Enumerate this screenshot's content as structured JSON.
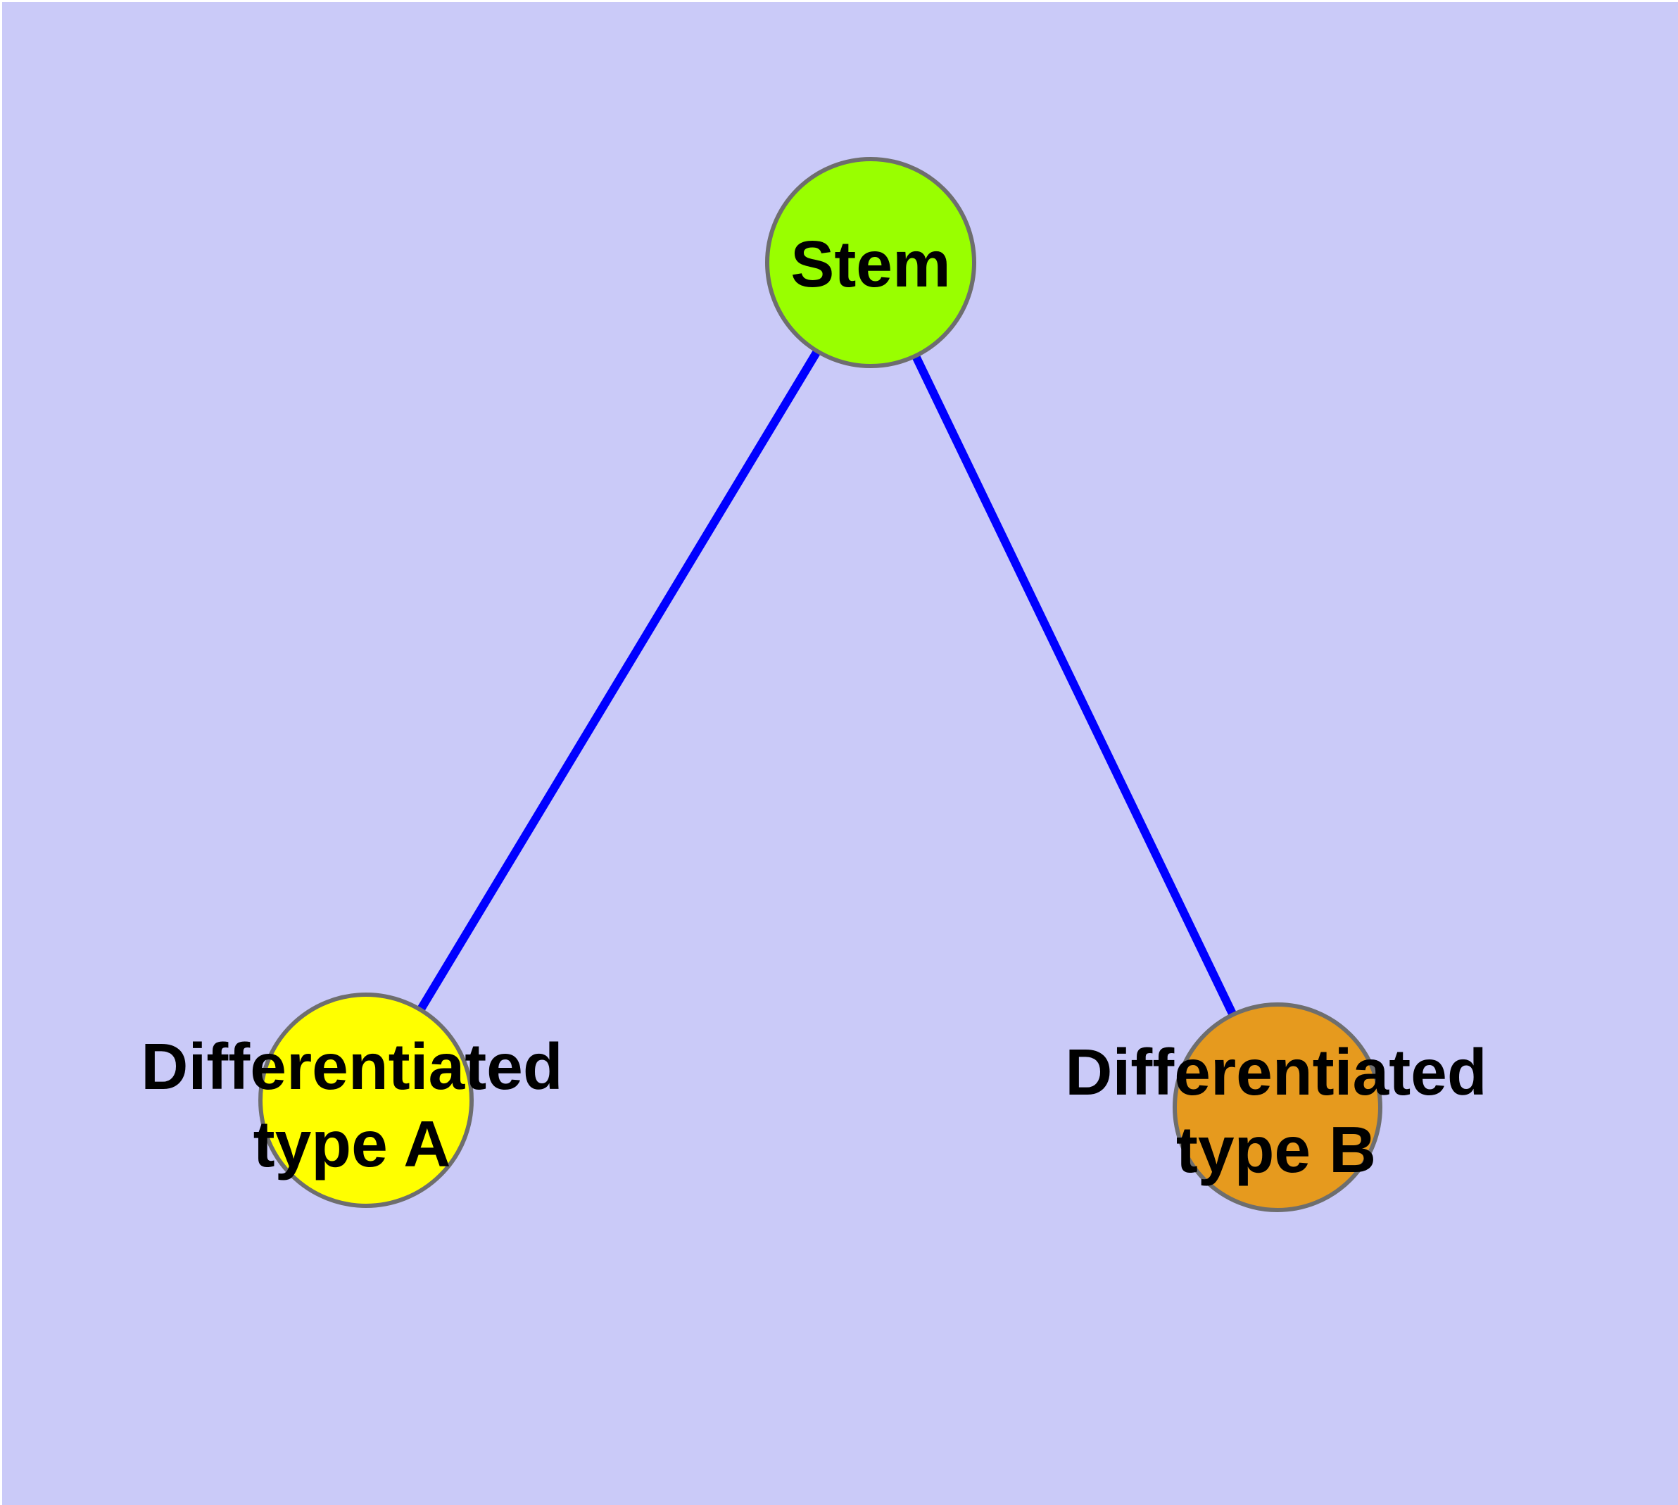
{
  "diagram": {
    "type": "graph",
    "background_color": "#CACAF8",
    "edge_color": "#0000FF",
    "node_border_color": "#6E6E6E",
    "text_color": "#000000",
    "nodes": [
      {
        "id": "stem",
        "label": "Stem",
        "color": "#99FF00"
      },
      {
        "id": "typeA",
        "label": "Differentiated\ntype A",
        "color": "#FFFF00"
      },
      {
        "id": "typeB",
        "label": "Differentiated\ntype B",
        "color": "#E69A1E"
      }
    ],
    "edges": [
      {
        "from": "stem",
        "to": "typeA"
      },
      {
        "from": "stem",
        "to": "typeB"
      }
    ]
  }
}
